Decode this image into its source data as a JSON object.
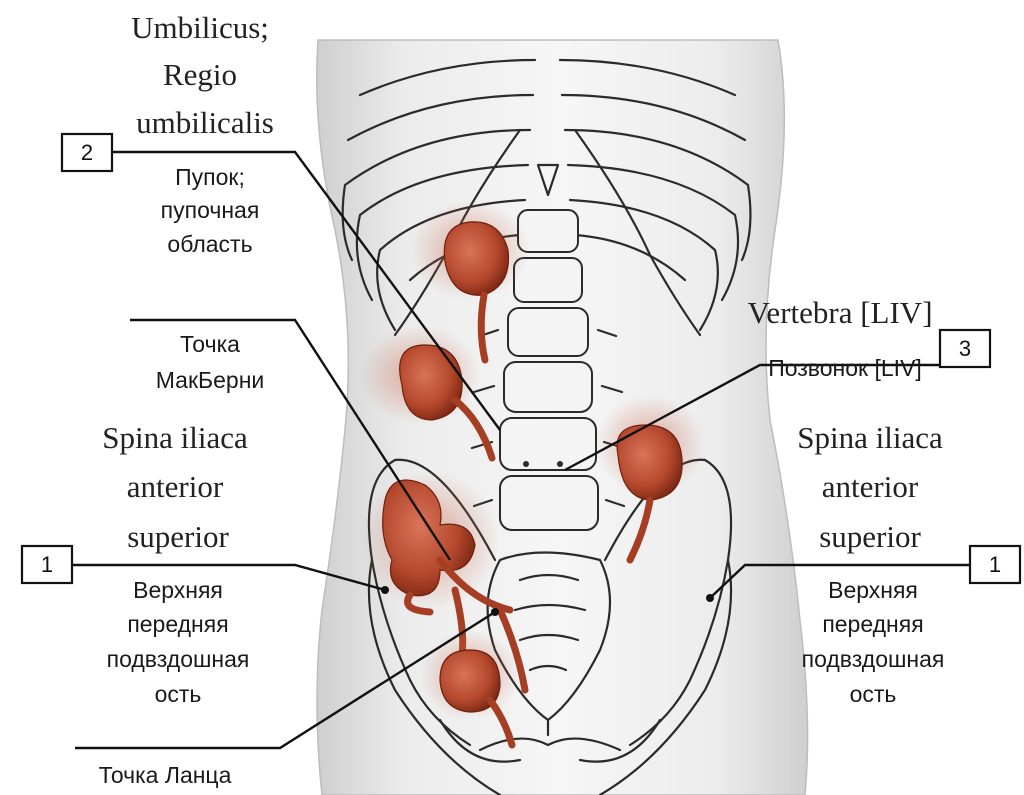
{
  "labels": {
    "umbilicus_latin_line1": "Umbilicus;",
    "umbilicus_latin_line2": "Regio",
    "umbilicus_latin_line3": "umbilicalis",
    "umbilicus_ru_line1": "Пупок;",
    "umbilicus_ru_line2": "пупочная",
    "umbilicus_ru_line3": "область",
    "mcburney_line1": "Точка",
    "mcburney_line2": "МакБерни",
    "spina_left_line1": "Spina iliaca",
    "spina_left_line2": "anterior",
    "spina_left_line3": "superior",
    "spina_left_ru_line1": "Верхняя",
    "spina_left_ru_line2": "передняя",
    "spina_left_ru_line3": "подвздошная",
    "spina_left_ru_line4": "ость",
    "vertebra_latin": "Vertebra [LIV]",
    "vertebra_ru": "Позвонок [LIV]",
    "spina_right_line1": "Spina iliaca",
    "spina_right_line2": "anterior",
    "spina_right_line3": "superior",
    "spina_right_ru_line1": "Верхняя",
    "spina_right_ru_line2": "передняя",
    "spina_right_ru_line3": "подвздошная",
    "spina_right_ru_line4": "ость",
    "lanz": "Точка Ланца"
  },
  "markers": {
    "box_umbilicus": "2",
    "box_spina_left": "1",
    "box_vertebra": "3",
    "box_spina_right": "1"
  },
  "colors": {
    "kidney": "#b4482c",
    "kidney_dark": "#7a2412",
    "line": "#2b2b2b",
    "body_fill": "#e6e6e6"
  }
}
